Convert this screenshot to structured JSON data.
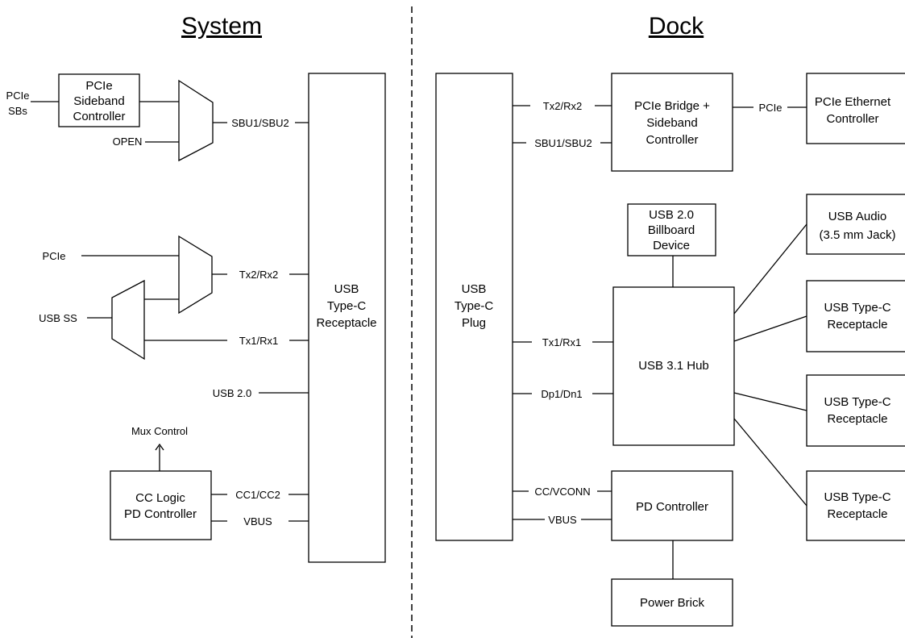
{
  "titles": {
    "system": "System",
    "dock": "Dock"
  },
  "system": {
    "pcie_sbs": [
      "PCIe",
      "SBs"
    ],
    "sideband_controller": [
      "PCIe",
      "Sideband",
      "Controller"
    ],
    "open": "OPEN",
    "sbu": "SBU1/SBU2",
    "pcie": "PCIe",
    "usb_ss": "USB SS",
    "tx2rx2": "Tx2/Rx2",
    "tx1rx1": "Tx1/Rx1",
    "usb20": "USB 2.0",
    "receptacle": [
      "USB",
      "Type-C",
      "Receptacle"
    ],
    "mux_control": "Mux Control",
    "cc_logic": [
      "CC Logic",
      "PD Controller"
    ],
    "cc1cc2": "CC1/CC2",
    "vbus": "VBUS"
  },
  "dock": {
    "plug": [
      "USB",
      "Type-C",
      "Plug"
    ],
    "tx2rx2": "Tx2/Rx2",
    "sbu": "SBU1/SBU2",
    "bridge": [
      "PCIe Bridge +",
      "Sideband",
      "Controller"
    ],
    "pcie": "PCIe",
    "ethernet": [
      "PCIe Ethernet",
      "Controller"
    ],
    "billboard": [
      "USB 2.0",
      "Billboard",
      "Device"
    ],
    "audio": [
      "USB Audio",
      "(3.5 mm Jack)"
    ],
    "receptacle": [
      "USB Type-C",
      "Receptacle"
    ],
    "tx1rx1": "Tx1/Rx1",
    "dp1dn1": "Dp1/Dn1",
    "hub": "USB 3.1 Hub",
    "ccvconn": "CC/VCONN",
    "vbus": "VBUS",
    "pd_controller": "PD Controller",
    "power_brick": "Power Brick"
  }
}
